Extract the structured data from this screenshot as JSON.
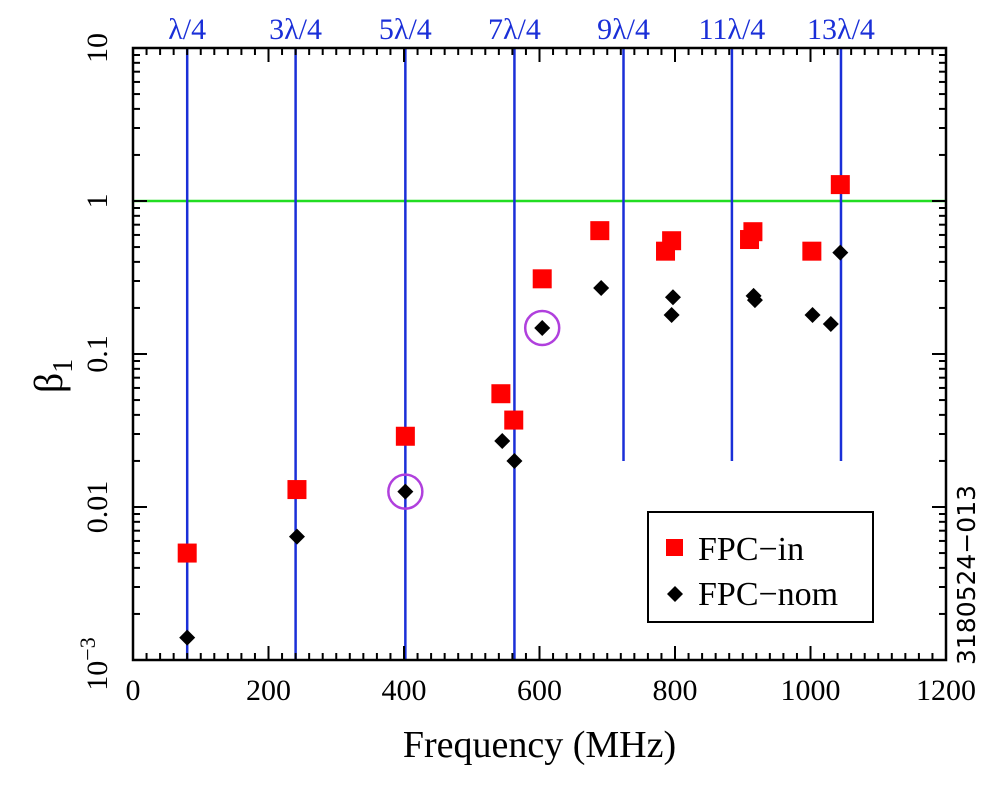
{
  "chart_data": {
    "type": "scatter",
    "xlabel": "Frequency (MHz)",
    "ylabel": "β",
    "ylabel_subscript": "1",
    "xlim": [
      0,
      1200
    ],
    "ylim": [
      0.001,
      10
    ],
    "yscale": "log",
    "x_ticks": [
      0,
      200,
      400,
      600,
      800,
      1000,
      1200
    ],
    "x_tick_labels": [
      "0",
      "200",
      "400",
      "600",
      "800",
      "1000",
      "1200"
    ],
    "y_ticks": [
      0.001,
      0.01,
      0.1,
      1,
      10
    ],
    "y_tick_labels": [
      "10",
      "0.01",
      "0.1",
      "1",
      "10"
    ],
    "y_tick_exponent_first": "−3",
    "reference_line": {
      "y": 1,
      "color": "#22dd22"
    },
    "harmonic_lines": [
      {
        "label": "λ/4",
        "x": 80,
        "y_bottom": 0.001
      },
      {
        "label": "3λ/4",
        "x": 240,
        "y_bottom": 0.001
      },
      {
        "label": "5λ/4",
        "x": 402,
        "y_bottom": 0.001
      },
      {
        "label": "7λ/4",
        "x": 563,
        "y_bottom": 0.001
      },
      {
        "label": "9λ/4",
        "x": 724,
        "y_bottom": 0.02
      },
      {
        "label": "11λ/4",
        "x": 884,
        "y_bottom": 0.02
      },
      {
        "label": "13λ/4",
        "x": 1045,
        "y_bottom": 0.02
      }
    ],
    "harmonic_color": "#1a2fd8",
    "series": [
      {
        "name": "FPC−in",
        "marker": "square",
        "color": "#ff0000",
        "points": [
          [
            80,
            0.005
          ],
          [
            242,
            0.013
          ],
          [
            402,
            0.029
          ],
          [
            543,
            0.055
          ],
          [
            562,
            0.037
          ],
          [
            604,
            0.31
          ],
          [
            689,
            0.64
          ],
          [
            786,
            0.47
          ],
          [
            795,
            0.55
          ],
          [
            910,
            0.56
          ],
          [
            915,
            0.63
          ],
          [
            1002,
            0.47
          ],
          [
            1044,
            1.28
          ]
        ]
      },
      {
        "name": "FPC−nom",
        "marker": "diamond",
        "color": "#000000",
        "points": [
          [
            80,
            0.0014
          ],
          [
            242,
            0.0064
          ],
          [
            402,
            0.0126
          ],
          [
            545,
            0.027
          ],
          [
            563,
            0.02
          ],
          [
            604,
            0.148
          ],
          [
            691,
            0.27
          ],
          [
            795,
            0.18
          ],
          [
            797,
            0.235
          ],
          [
            916,
            0.24
          ],
          [
            918,
            0.225
          ],
          [
            1003,
            0.18
          ],
          [
            1030,
            0.157
          ],
          [
            1044,
            0.46
          ]
        ]
      }
    ],
    "highlighted_points": [
      {
        "x": 402,
        "y": 0.0126,
        "color": "#b040dd"
      },
      {
        "x": 604,
        "y": 0.148,
        "color": "#b040dd"
      }
    ],
    "legend_position": "bottom-right",
    "side_label": "3180524−013"
  }
}
